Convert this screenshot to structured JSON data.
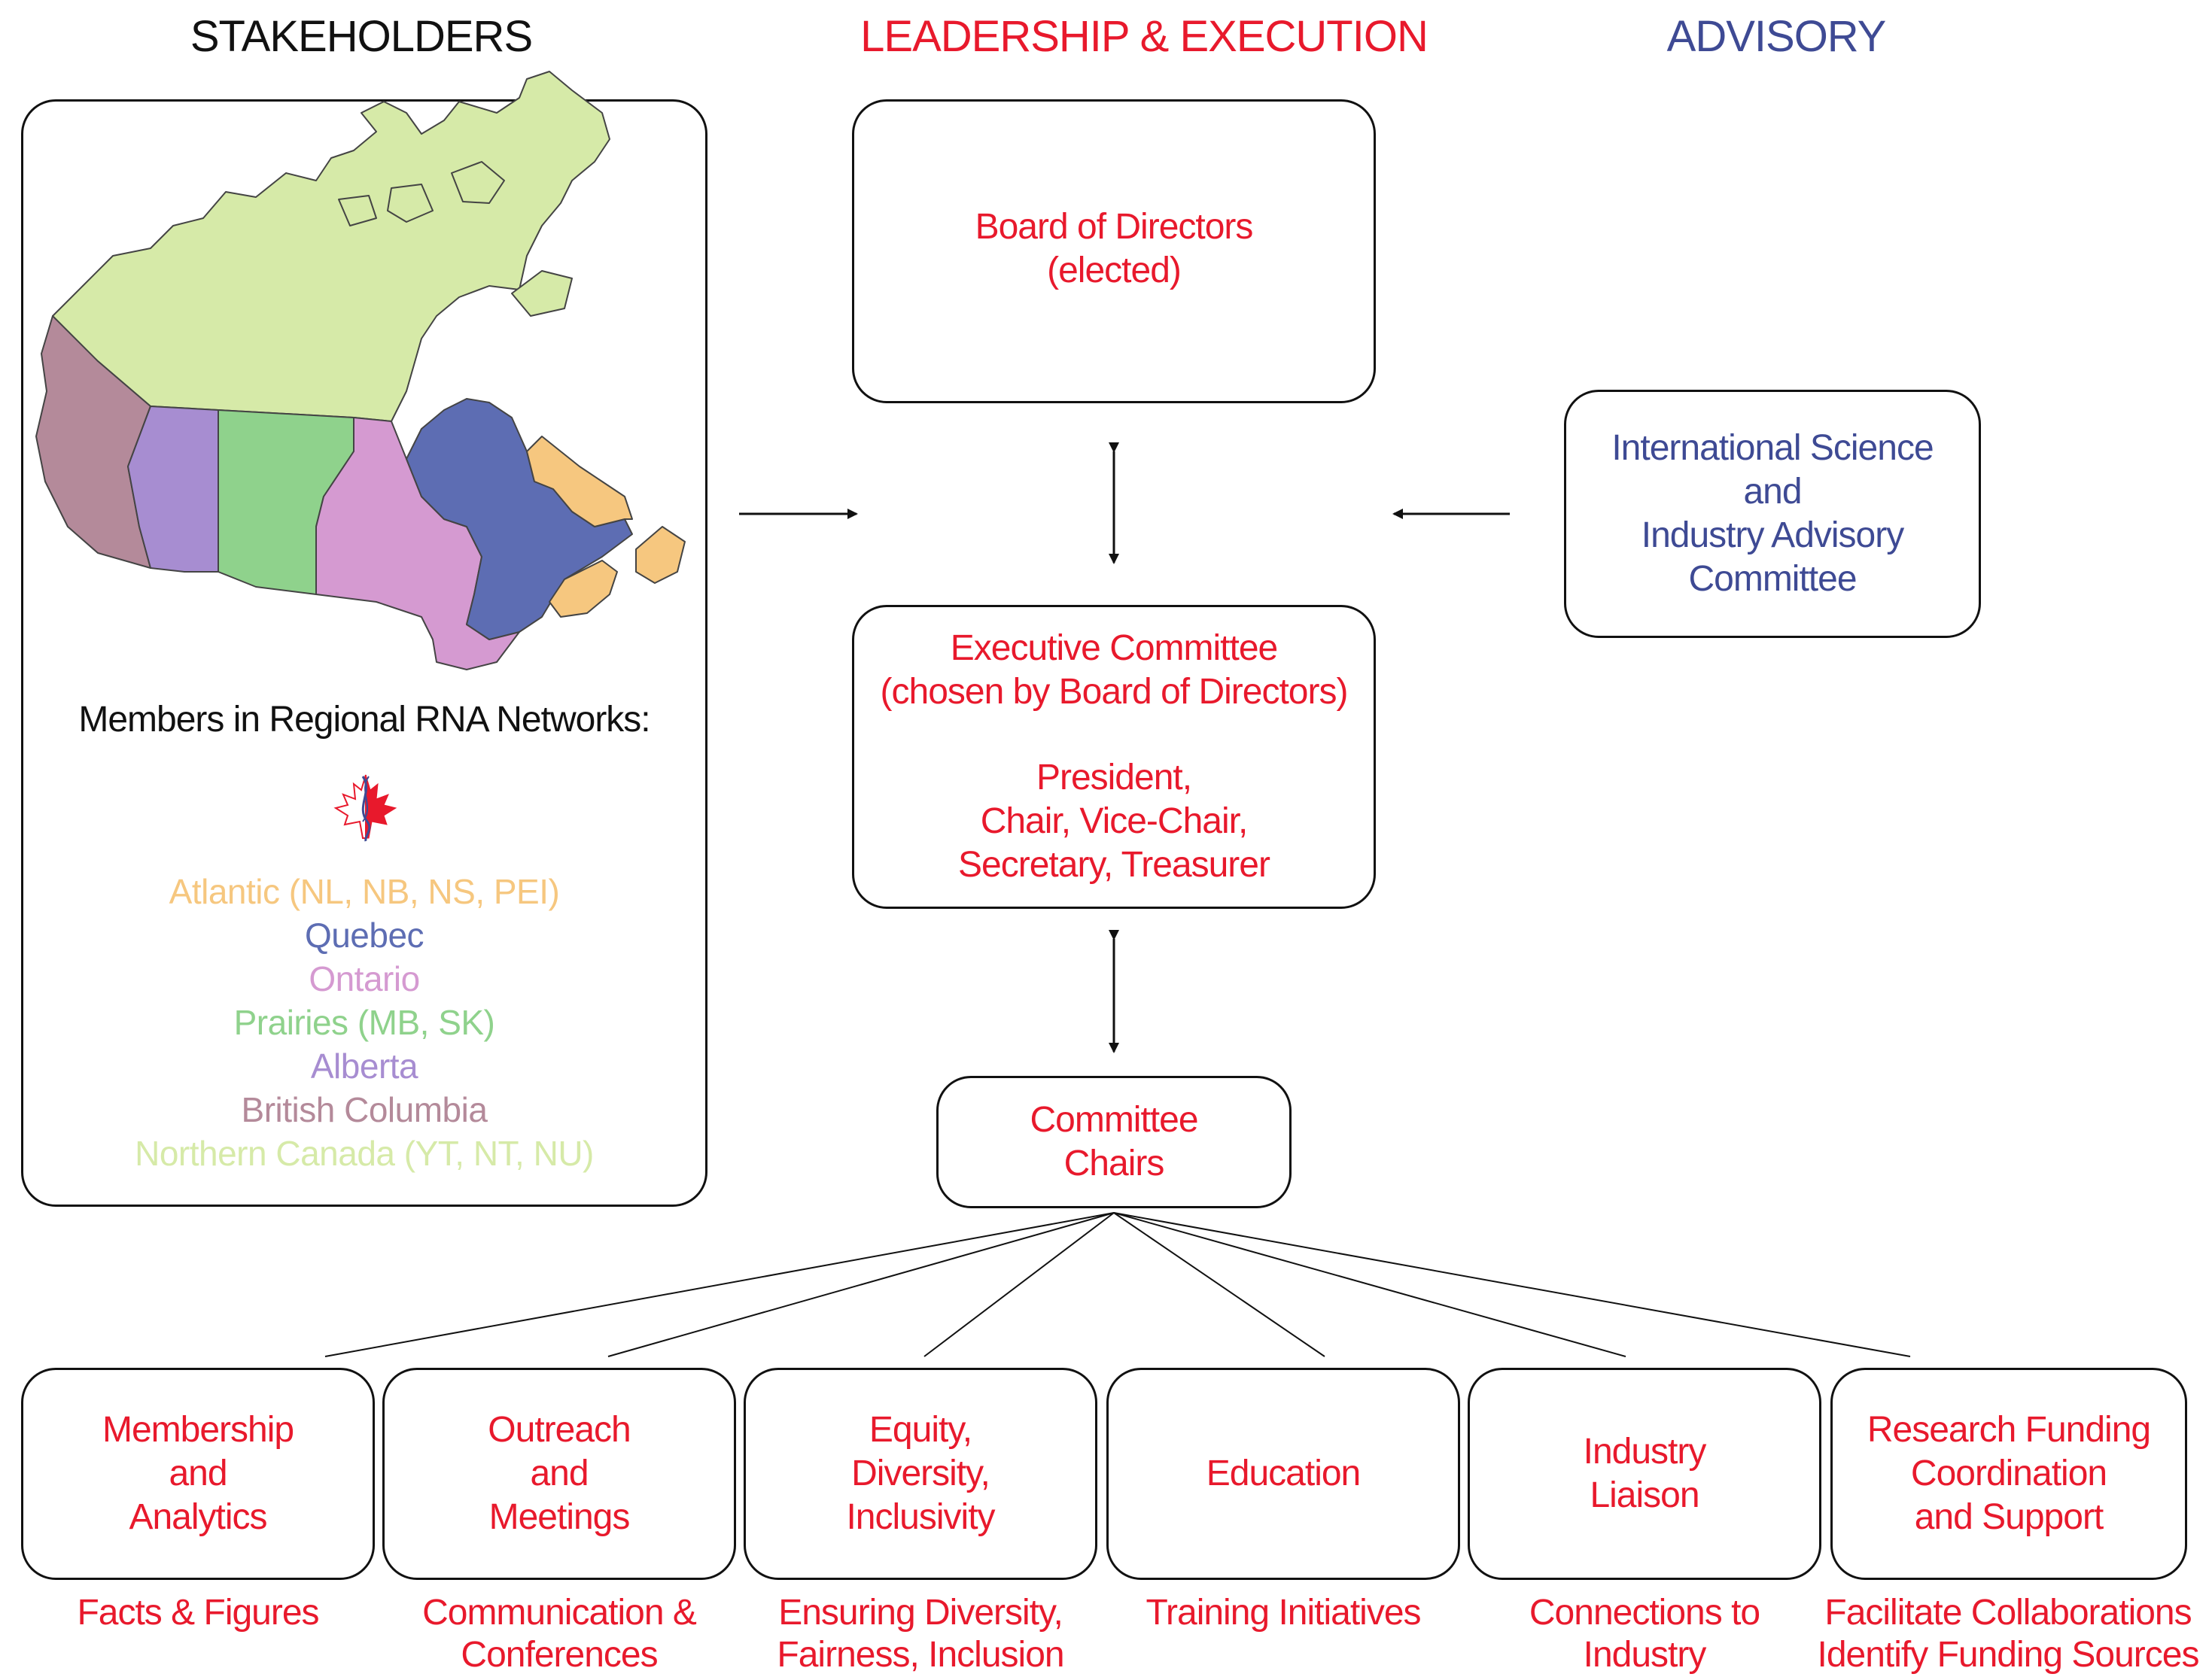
{
  "headers": {
    "stakeholders": "STAKEHOLDERS",
    "leadership": "LEADERSHIP & EXECUTION",
    "advisory": "ADVISORY"
  },
  "colors": {
    "red": "#e8192c",
    "blue": "#3e4a94",
    "black": "#111111",
    "atlantic": "#f6c77f",
    "quebec": "#5d6db3",
    "ontario": "#d59ad1",
    "prairies": "#8fd28c",
    "alberta": "#a78dd1",
    "british_columbia": "#b48a9a",
    "northern": "#d6eaa8"
  },
  "stakeholders": {
    "members_heading": "Members in Regional RNA Networks:",
    "logo_icon": "maple-leaf-dna-logo",
    "regions": [
      {
        "label": "Atlantic (NL, NB, NS, PEI)",
        "color": "#f6c77f"
      },
      {
        "label": "Quebec",
        "color": "#5d6db3"
      },
      {
        "label": "Ontario",
        "color": "#d59ad1"
      },
      {
        "label": "Prairies (MB, SK)",
        "color": "#8fd28c"
      },
      {
        "label": "Alberta",
        "color": "#a78dd1"
      },
      {
        "label": "British Columbia",
        "color": "#b48a9a"
      },
      {
        "label": "Northern Canada (YT, NT, NU)",
        "color": "#d6eaa8"
      }
    ]
  },
  "board": {
    "line1": "Board of Directors",
    "line2": "(elected)"
  },
  "executive": {
    "line1": "Executive Committee",
    "line2": "(chosen by Board of Directors)",
    "line3": "President,",
    "line4": "Chair, Vice-Chair,",
    "line5": "Secretary, Treasurer"
  },
  "advisory_box": {
    "line1": "International Science",
    "line2": "and",
    "line3": "Industry Advisory",
    "line4": "Committee"
  },
  "chairs": {
    "line1": "Committee",
    "line2": "Chairs"
  },
  "committees": [
    {
      "lines": [
        "Membership",
        "and",
        "Analytics"
      ],
      "sub": [
        "Facts & Figures"
      ]
    },
    {
      "lines": [
        "Outreach",
        "and",
        "Meetings"
      ],
      "sub": [
        "Communication &",
        "Conferences"
      ]
    },
    {
      "lines": [
        "Equity,",
        "Diversity,",
        "Inclusivity"
      ],
      "sub": [
        "Ensuring Diversity,",
        "Fairness, Inclusion"
      ]
    },
    {
      "lines": [
        "Education"
      ],
      "sub": [
        "Training Initiatives"
      ]
    },
    {
      "lines": [
        "Industry",
        "Liaison"
      ],
      "sub": [
        "Connections to",
        "Industry"
      ]
    },
    {
      "lines": [
        "Research Funding",
        "Coordination",
        "and Support"
      ],
      "sub": [
        "Facilitate Collaborations",
        "Identify Funding Sources"
      ]
    }
  ]
}
